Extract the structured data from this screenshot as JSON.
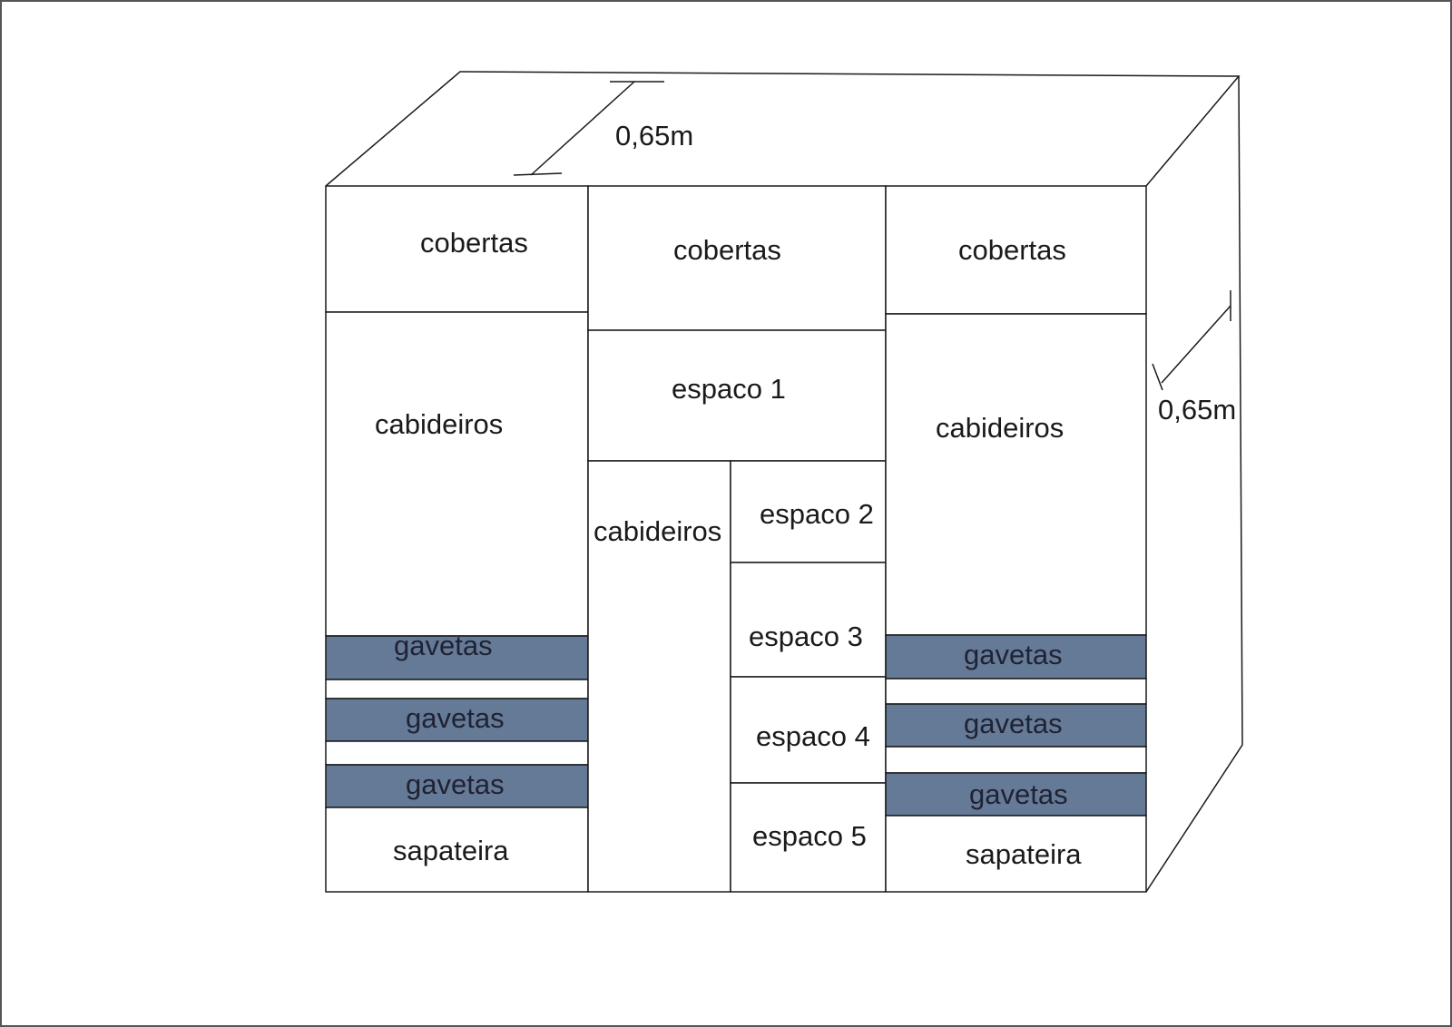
{
  "colors": {
    "drawer_fill": "#657a96",
    "line": "#1a1a1a"
  },
  "dimensions": {
    "depth_top": "0,65m",
    "depth_side": "0,65m"
  },
  "left_column": {
    "top": "cobertas",
    "hanging": "cabideiros",
    "drawers": [
      "gavetas",
      "gavetas",
      "gavetas"
    ],
    "bottom": "sapateira"
  },
  "middle_column": {
    "top": "cobertas",
    "space_1": "espaco 1",
    "hanging": "cabideiros",
    "spaces": [
      "espaco 2",
      "espaco 3",
      "espaco 4",
      "espaco 5"
    ]
  },
  "right_column": {
    "top": "cobertas",
    "hanging": "cabideiros",
    "drawers": [
      "gavetas",
      "gavetas",
      "gavetas"
    ],
    "bottom": "sapateira"
  }
}
